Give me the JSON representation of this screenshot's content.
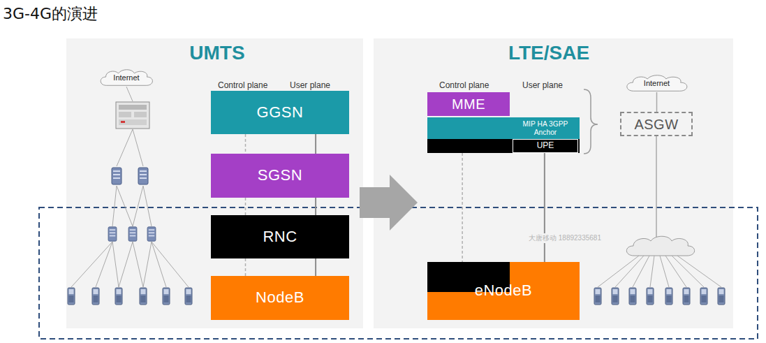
{
  "diagram": {
    "title": "3G-4G的演进",
    "nodes": [
      {
        "text": [
          "Internet"
        ]
      },
      {
        "text": [
          "GGSN"
        ]
      },
      {
        "text": [
          "SGSN"
        ]
      },
      {
        "text": [
          "RNC"
        ]
      },
      {
        "text": [
          "NodeB"
        ]
      },
      {
        "text": [
          "MME"
        ]
      },
      {
        "text": [
          "MIP HA 3GPP Anchor"
        ]
      },
      {
        "text": [
          "UPE"
        ]
      },
      {
        "text": [
          "Internet"
        ]
      },
      {
        "text": [
          "ASGW"
        ]
      },
      {
        "text": [
          "eNodeB"
        ]
      }
    ],
    "edges": [
      {
        "from": 1,
        "to": 2,
        "arrow": "none"
      },
      {
        "from": 2,
        "to": 3,
        "arrow": "none"
      },
      {
        "from": 3,
        "to": 4,
        "arrow": "none"
      },
      {
        "from": 1,
        "to": 2,
        "arrow": "none"
      },
      {
        "from": 2,
        "to": 3,
        "arrow": "none"
      },
      {
        "from": 3,
        "to": 4,
        "arrow": "none"
      },
      {
        "from": 7,
        "to": 10,
        "arrow": "none"
      },
      {
        "from": 7,
        "to": 10,
        "arrow": "none"
      },
      {
        "from": 8,
        "to": 9,
        "arrow": "none"
      }
    ],
    "labels": [
      "UMTS",
      "LTE/SAE",
      "Control plane",
      "User plane",
      "Control plane",
      "User plane",
      "大唐移动 18892335681"
    ]
  }
}
